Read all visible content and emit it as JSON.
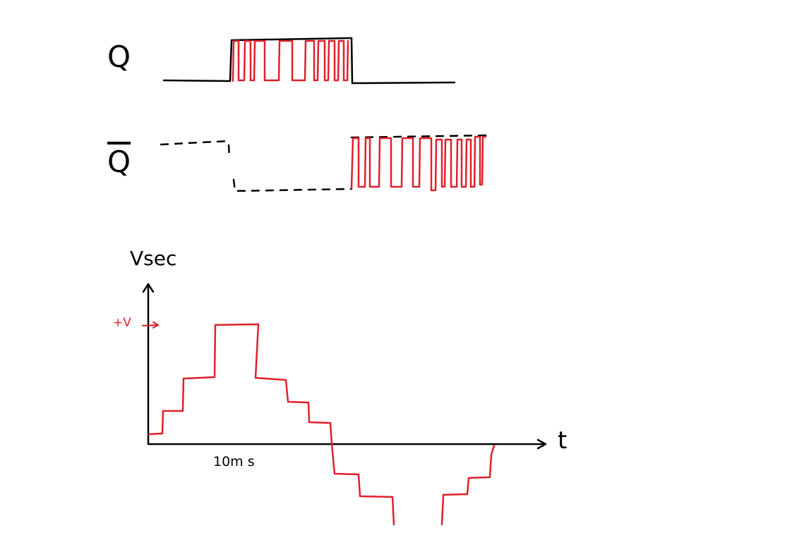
{
  "labels": {
    "q": "Q",
    "q_bar": "Q",
    "vsec_axis": "Vsec",
    "t_axis": "t",
    "time_label": "10m s",
    "voltage_label": "+V"
  },
  "colors": {
    "ink": "#000000",
    "sketch": "#e0202a"
  }
}
